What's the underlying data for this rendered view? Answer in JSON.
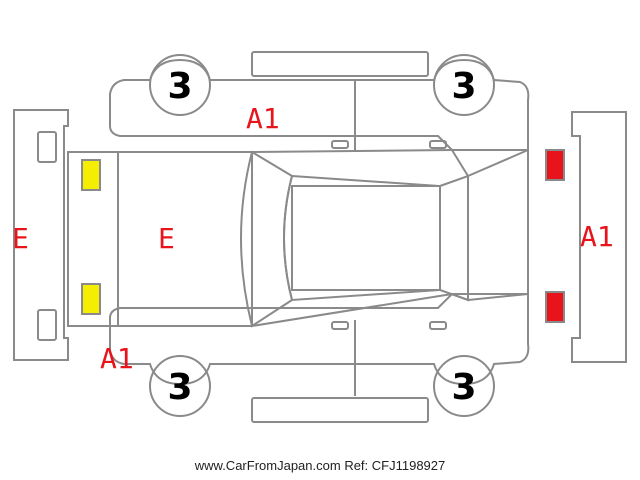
{
  "diagram": {
    "damage_labels": {
      "front_bumper": "E",
      "hood": "E",
      "upper_left_fender": "A1",
      "lower_left_fender": "A1",
      "rear_bumper": "A1"
    },
    "wheels": {
      "front_left": "3",
      "front_right": "3",
      "rear_left": "3",
      "rear_right": "3"
    },
    "colors": {
      "damage_label": "#e8141b",
      "headlight": "#f5ee00",
      "taillight": "#e8141b",
      "outline": "#8a8a8a"
    }
  },
  "footer": {
    "site": "www.CarFromJapan.com",
    "ref": "Ref: CFJ1198927"
  }
}
